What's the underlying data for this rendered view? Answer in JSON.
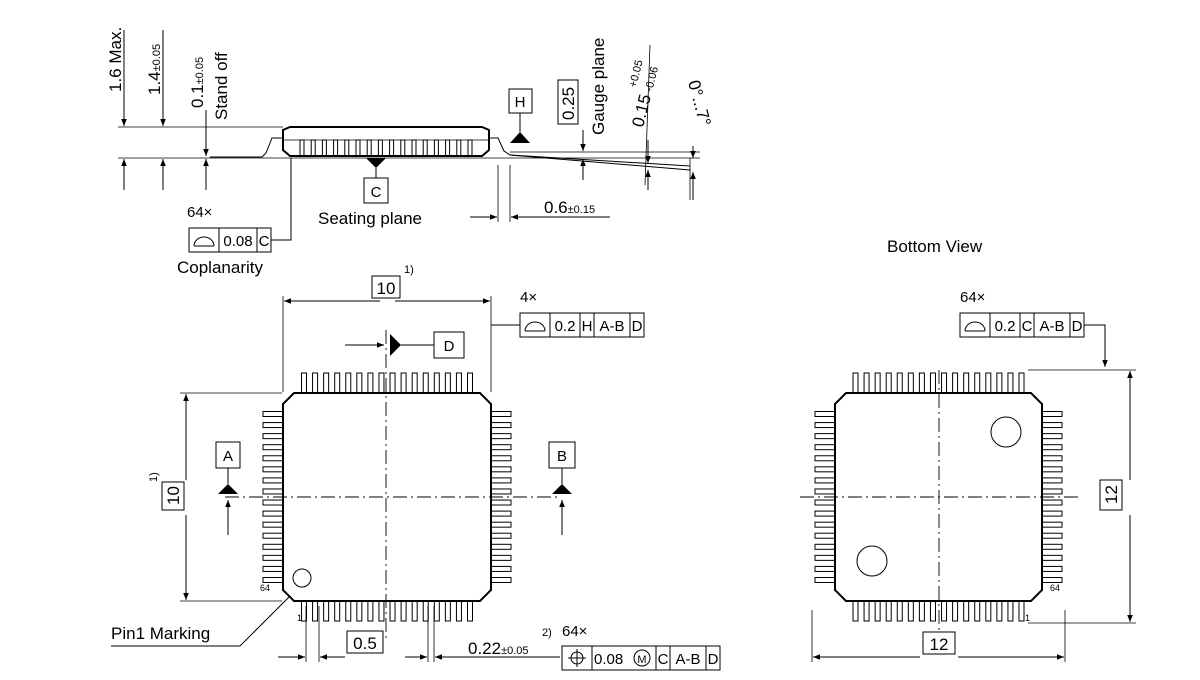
{
  "title": "Bottom View",
  "side_view": {
    "max_height": "1.6 Max.",
    "body_height": "1.4",
    "body_height_tol": "±0.05",
    "standoff": "0.1",
    "standoff_tol": "±0.05",
    "standoff_label": "Stand off",
    "gauge_value": "0.25",
    "gauge_label": "Gauge plane",
    "lead_thickness": "0.15",
    "lead_thickness_tol_plus": "+0.05",
    "lead_thickness_tol_minus": "-0.06",
    "angle": "0°...7°",
    "datum_h": "H",
    "datum_c": "C",
    "seating_plane": "Seating plane",
    "foot_length": "0.6",
    "foot_length_tol": "±0.15",
    "coplanarity_count": "64×",
    "coplanarity_value": "0.08",
    "coplanarity_datum": "C",
    "coplanarity_label": "Coplanarity"
  },
  "top_view": {
    "body_width": "10",
    "body_width_note": "1)",
    "body_height": "10",
    "body_height_note": "1)",
    "profile_count": "4×",
    "profile_value": "0.2",
    "profile_datum1": "H",
    "profile_datum2": "A-B",
    "profile_datum3": "D",
    "datum_d": "D",
    "datum_a": "A",
    "datum_b": "B",
    "pitch": "0.5",
    "lead_width": "0.22",
    "lead_width_tol": "±0.05",
    "lead_width_note": "2)",
    "position_count": "64×",
    "position_value": "0.08",
    "position_modifier": "M",
    "position_datum1": "C",
    "position_datum2": "A-B",
    "position_datum3": "D",
    "pin1_label": "Pin1 Marking",
    "pin_first": "1",
    "pin_last": "64"
  },
  "bottom_view": {
    "profile_count": "64×",
    "profile_value": "0.2",
    "profile_datum1": "C",
    "profile_datum2": "A-B",
    "profile_datum3": "D",
    "overall_width": "12",
    "overall_height": "12",
    "pin_first": "1",
    "pin_last": "64"
  }
}
